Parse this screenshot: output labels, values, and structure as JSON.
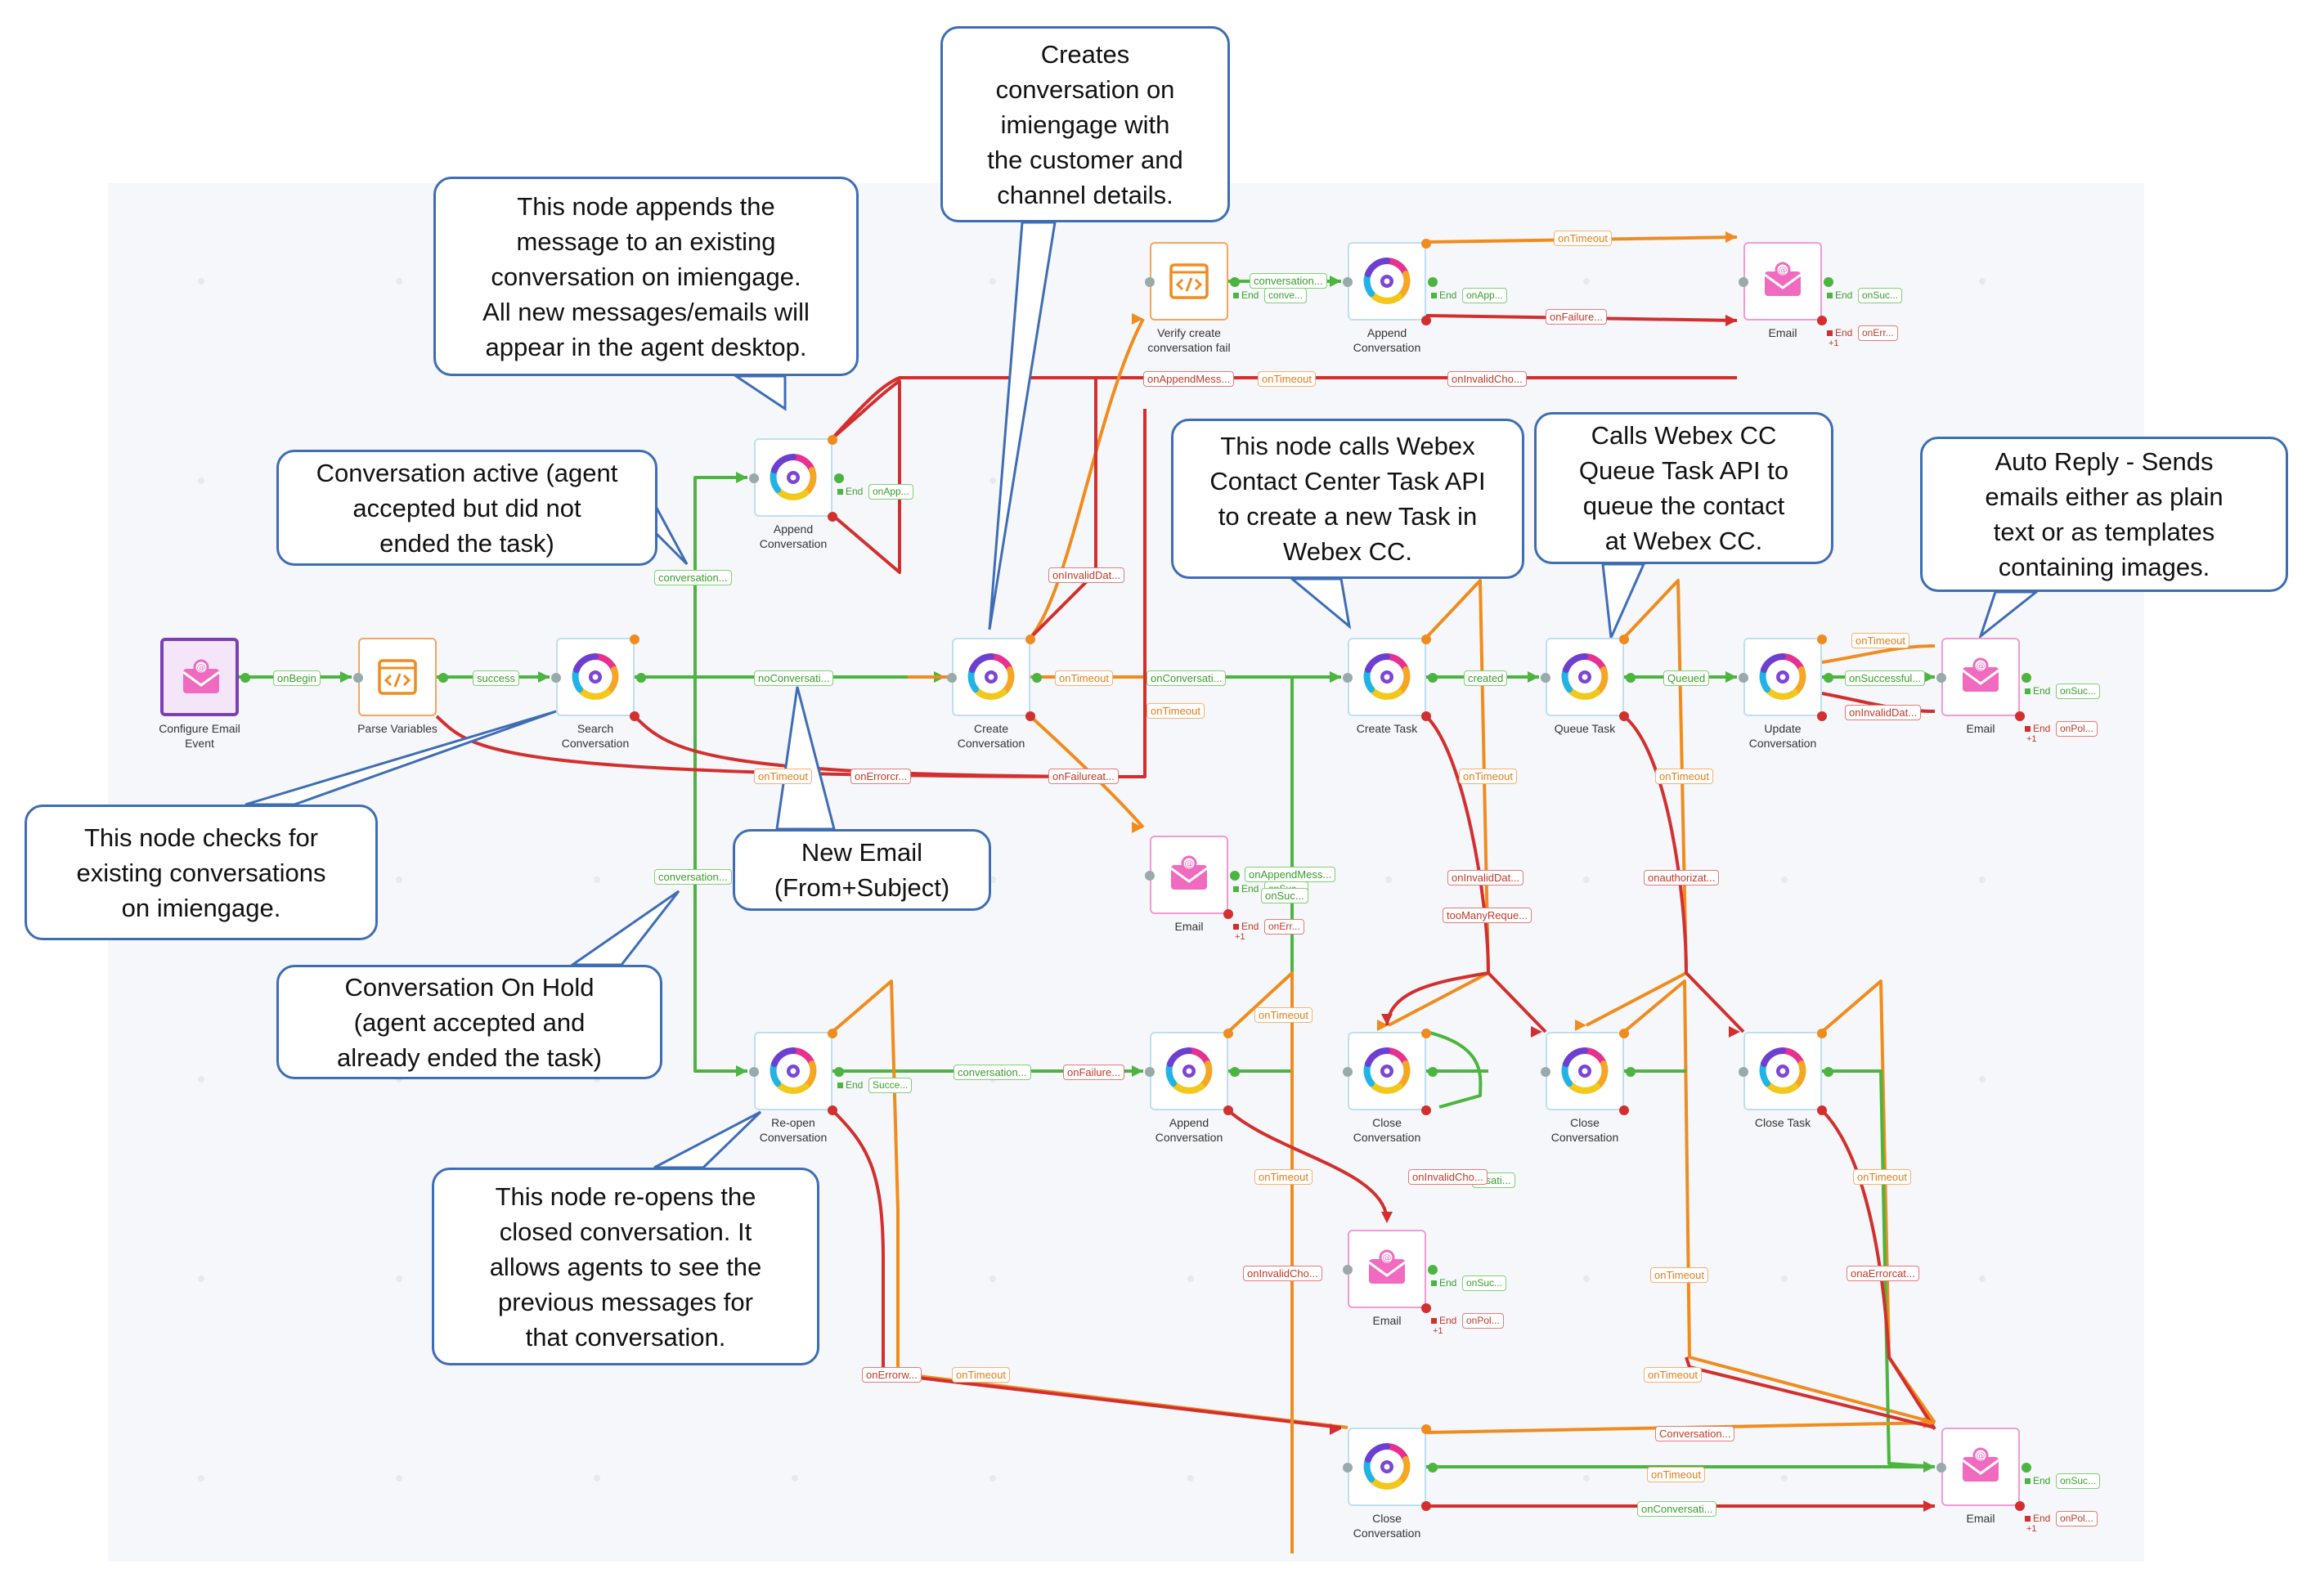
{
  "colors": {
    "success": "#4bb53f",
    "timeout": "#f08c1e",
    "error": "#d32f2f",
    "callout_border": "#3e6db5",
    "email_pink": "#f06bbf"
  },
  "nodes": [
    {
      "id": "n_trigger",
      "type": "trigger",
      "icon": "email-icon",
      "label": "Configure Email\nEvent"
    },
    {
      "id": "n_parse",
      "type": "code",
      "icon": "code-icon",
      "label": "Parse Variables"
    },
    {
      "id": "n_search",
      "type": "conv",
      "icon": "imiengage-logo-icon",
      "label": "Search\nConversation"
    },
    {
      "id": "n_append1",
      "type": "conv",
      "icon": "imiengage-logo-icon",
      "label": "Append\nConversation"
    },
    {
      "id": "n_verify",
      "type": "code",
      "icon": "code-icon",
      "label": "Verify create\nconversation fail"
    },
    {
      "id": "n_append2",
      "type": "conv",
      "icon": "imiengage-logo-icon",
      "label": "Append\nConversation"
    },
    {
      "id": "n_email_top",
      "type": "email",
      "icon": "email-icon",
      "label": "Email"
    },
    {
      "id": "n_create",
      "type": "conv",
      "icon": "imiengage-logo-icon",
      "label": "Create\nConversation"
    },
    {
      "id": "n_createtask",
      "type": "conv",
      "icon": "imiengage-logo-icon",
      "label": "Create Task"
    },
    {
      "id": "n_queuetask",
      "type": "conv",
      "icon": "imiengage-logo-icon",
      "label": "Queue Task"
    },
    {
      "id": "n_update",
      "type": "conv",
      "icon": "imiengage-logo-icon",
      "label": "Update\nConversation"
    },
    {
      "id": "n_email_auto",
      "type": "email",
      "icon": "email-icon",
      "label": "Email"
    },
    {
      "id": "n_email_mid",
      "type": "email",
      "icon": "email-icon",
      "label": "Email"
    },
    {
      "id": "n_reopen",
      "type": "conv",
      "icon": "imiengage-logo-icon",
      "label": "Re-open\nConversation"
    },
    {
      "id": "n_append3",
      "type": "conv",
      "icon": "imiengage-logo-icon",
      "label": "Append\nConversation"
    },
    {
      "id": "n_close1",
      "type": "conv",
      "icon": "imiengage-logo-icon",
      "label": "Close\nConversation"
    },
    {
      "id": "n_close2",
      "type": "conv",
      "icon": "imiengage-logo-icon",
      "label": "Close\nConversation"
    },
    {
      "id": "n_closetask",
      "type": "conv",
      "icon": "imiengage-logo-icon",
      "label": "Close Task"
    },
    {
      "id": "n_email_low",
      "type": "email",
      "icon": "email-icon",
      "label": "Email"
    },
    {
      "id": "n_close3",
      "type": "conv",
      "icon": "imiengage-logo-icon",
      "label": "Close\nConversation"
    },
    {
      "id": "n_email_bottom",
      "type": "email",
      "icon": "email-icon",
      "label": "Email"
    }
  ],
  "edge_labels": [
    {
      "text": "onBegin",
      "c": "g"
    },
    {
      "text": "success",
      "c": "g"
    },
    {
      "text": "conversation...",
      "c": "g"
    },
    {
      "text": "noConversati...",
      "c": "g"
    },
    {
      "text": "conversation...",
      "c": "g"
    },
    {
      "text": "onTimeout",
      "c": "o"
    },
    {
      "text": "onConversati...",
      "c": "g"
    },
    {
      "text": "created",
      "c": "g"
    },
    {
      "text": "Queued",
      "c": "g"
    },
    {
      "text": "onSuccessful...",
      "c": "g"
    },
    {
      "text": "onTimeout",
      "c": "o"
    },
    {
      "text": "onInvalidDat...",
      "c": "r"
    },
    {
      "text": "conversation...",
      "c": "g"
    },
    {
      "text": "onTimeout",
      "c": "o"
    },
    {
      "text": "onFailure...",
      "c": "r"
    },
    {
      "text": "onAppendMess...",
      "c": "r"
    },
    {
      "text": "onTimeout",
      "c": "o"
    },
    {
      "text": "onInvalidCho...",
      "c": "r"
    },
    {
      "text": "onInvalidDat...",
      "c": "r"
    },
    {
      "text": "onTimeout",
      "c": "o"
    },
    {
      "text": "onFailureat...",
      "c": "r"
    },
    {
      "text": "onTimeout",
      "c": "o"
    },
    {
      "text": "onErrorcr...",
      "c": "r"
    },
    {
      "text": "onTimeout",
      "c": "o"
    },
    {
      "text": "onTimeout",
      "c": "o"
    },
    {
      "text": "onInvalidDat...",
      "c": "r"
    },
    {
      "text": "tooManyReque...",
      "c": "r"
    },
    {
      "text": "onauthorizat...",
      "c": "r"
    },
    {
      "text": "onAppendMess...",
      "c": "g"
    },
    {
      "text": "onSuc...",
      "c": "g"
    },
    {
      "text": "conversation...",
      "c": "g"
    },
    {
      "text": "onTimeout",
      "c": "o"
    },
    {
      "text": "onTimeout",
      "c": "o"
    },
    {
      "text": "onInvalidCho...",
      "c": "r"
    },
    {
      "text": "ersati...",
      "c": "g"
    },
    {
      "text": "onTimeout",
      "c": "o"
    },
    {
      "text": "onInvalidCho...",
      "c": "r"
    },
    {
      "text": "onTimeout",
      "c": "o"
    },
    {
      "text": "onaErrorcat...",
      "c": "r"
    },
    {
      "text": "onTimeout",
      "c": "o"
    },
    {
      "text": "onErrorw...",
      "c": "r"
    },
    {
      "text": "onTimeout",
      "c": "o"
    },
    {
      "text": "Conversation...",
      "c": "r"
    },
    {
      "text": "onTimeout",
      "c": "o"
    },
    {
      "text": "onConversati...",
      "c": "g"
    },
    {
      "text": "onFailure...",
      "c": "r"
    }
  ],
  "end_markers": {
    "end": "End",
    "plus": "+1",
    "n_append1": [
      "onApp..."
    ],
    "n_verify": [
      "conve..."
    ],
    "n_append2": [
      "onApp..."
    ],
    "n_email_top": [
      "onSuc...",
      "onErr..."
    ],
    "n_email_auto": [
      "onSuc...",
      "onPol..."
    ],
    "n_email_mid": [
      "onSuc...",
      "onErr..."
    ],
    "n_reopen": [
      "Succe..."
    ],
    "n_email_low": [
      "onSuc...",
      "onPol..."
    ],
    "n_email_bottom": [
      "onSuc...",
      "onPol..."
    ]
  },
  "callouts": [
    {
      "id": "c_creates",
      "text": "Creates\nconversation on\nimiengage with\nthe customer and\nchannel details."
    },
    {
      "id": "c_appends",
      "text": "This node appends the\nmessage to an existing\nconversation on imiengage.\nAll new messages/emails will\nappear in the agent desktop."
    },
    {
      "id": "c_active",
      "text": "Conversation active (agent\naccepted but did not\nended the task)"
    },
    {
      "id": "c_webex_task",
      "text": "This node calls Webex\nContact Center Task API\nto create a new Task in\nWebex CC."
    },
    {
      "id": "c_queue",
      "text": "Calls Webex CC\nQueue Task API to\nqueue the contact\nat Webex CC."
    },
    {
      "id": "c_autoreply",
      "text": "Auto Reply - Sends\nemails either as plain\ntext or as templates\ncontaining images."
    },
    {
      "id": "c_checks",
      "text": "This node checks for\nexisting conversations\non imiengage."
    },
    {
      "id": "c_newemail",
      "text": "New Email\n(From+Subject)"
    },
    {
      "id": "c_hold",
      "text": "Conversation On Hold\n(agent accepted and\nalready ended the task)"
    },
    {
      "id": "c_reopens",
      "text": "This node re-opens the\nclosed conversation. It\nallows agents to see the\nprevious messages for\nthat conversation."
    }
  ]
}
